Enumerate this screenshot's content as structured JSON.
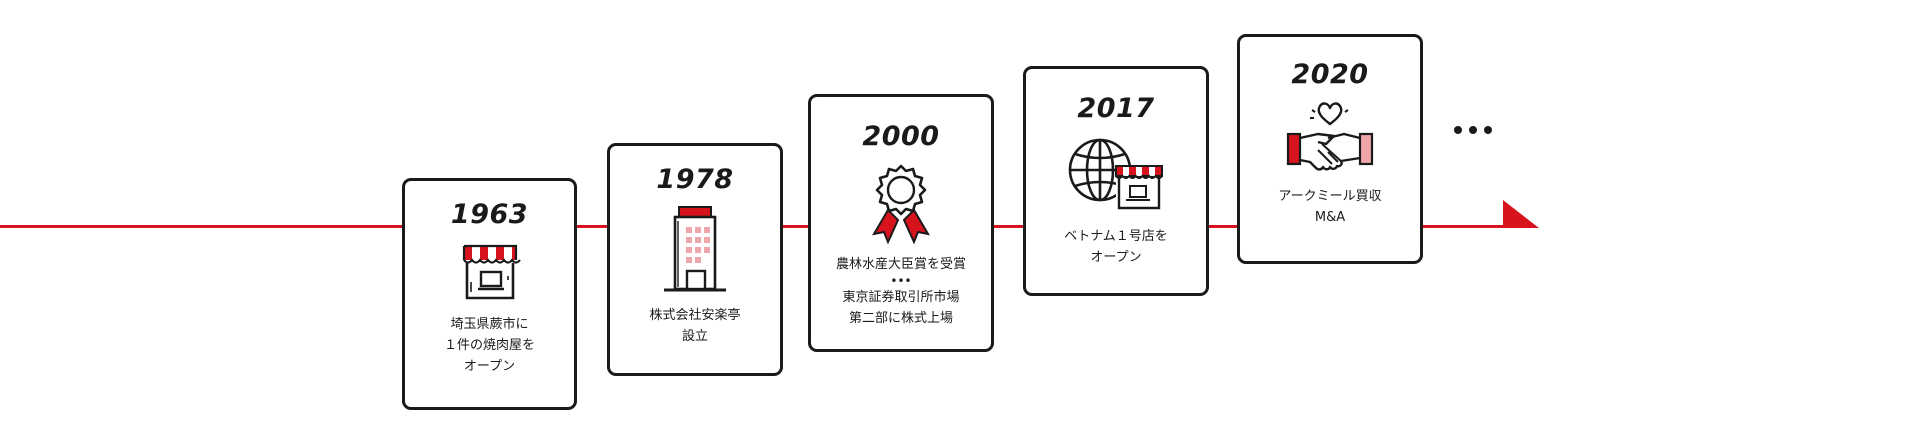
{
  "timeline": {
    "accent_color": "#d7141e",
    "more_indicator": "ellipsis",
    "events": [
      {
        "year": "1963",
        "icon": "storefront-icon",
        "lines": [
          "埼玉県蕨市に",
          "１件の焼肉屋を",
          "オープン"
        ]
      },
      {
        "year": "1978",
        "icon": "office-building-icon",
        "lines": [
          "株式会社安楽亭",
          "設立"
        ]
      },
      {
        "year": "2000",
        "icon": "award-rosette-icon",
        "lines": [
          "農林水産大臣賞を受賞",
          "•••",
          "東京証券取引所市場",
          "第二部に株式上場"
        ]
      },
      {
        "year": "2017",
        "icon": "globe-store-icon",
        "lines": [
          "ベトナム１号店を",
          "オープン"
        ]
      },
      {
        "year": "2020",
        "icon": "handshake-heart-icon",
        "lines": [
          "アークミール買収",
          "M&A"
        ]
      }
    ]
  }
}
